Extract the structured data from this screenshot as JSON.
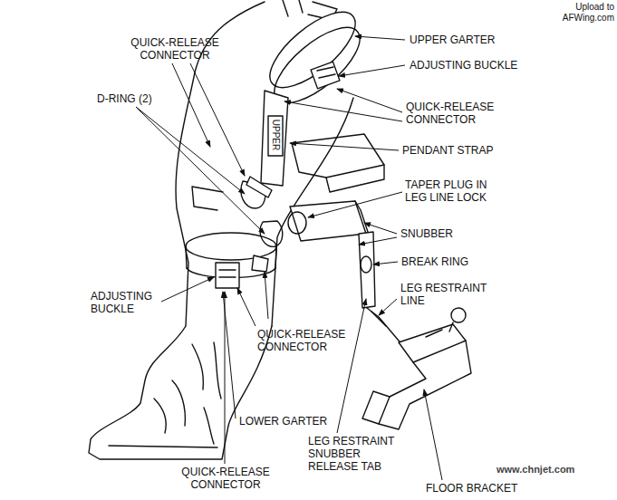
{
  "diagram": {
    "labels": [
      "Upload to AFWing.com",
      "QUICK-RELEASE CONNECTOR",
      "UPPER GARTER",
      "ADJUSTING BUCKLE",
      "D-RING (2)",
      "QUICK-RELEASE CONNECTOR",
      "PENDANT STRAP",
      "UPPER",
      "TAPER PLUG IN LEG LINE LOCK",
      "SNUBBER",
      "BREAK RING",
      "LEG RESTRAINT LINE",
      "ADJUSTING BUCKLE",
      "QUICK-RELEASE CONNECTOR",
      "LOWER GARTER",
      "LEG RESTRAINT SNUBBER RELEASE TAB",
      "QUICK-RELEASE CONNECTOR",
      "FLOOR BRACKET",
      "www.chnjet.com"
    ]
  }
}
